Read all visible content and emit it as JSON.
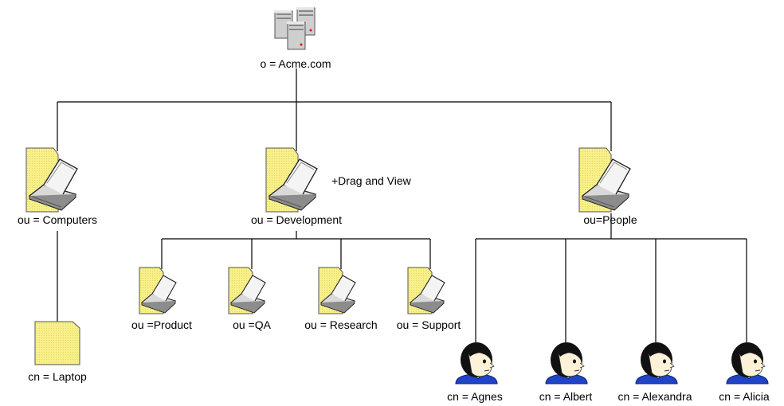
{
  "root": {
    "label": "o = Acme.com",
    "icon": "server-icon"
  },
  "annotation": "+Drag and View",
  "level1": [
    {
      "label": "ou = Computers",
      "icon": "folder-icon"
    },
    {
      "label": "ou = Development",
      "icon": "folder-icon"
    },
    {
      "label": "ou=People",
      "icon": "folder-icon"
    }
  ],
  "computers_children": [
    {
      "label": "cn = Laptop",
      "icon": "blank-document-icon"
    }
  ],
  "development_children": [
    {
      "label": "ou =Product",
      "icon": "folder-icon"
    },
    {
      "label": "ou =QA",
      "icon": "folder-icon"
    },
    {
      "label": "ou = Research",
      "icon": "folder-icon"
    },
    {
      "label": "ou = Support",
      "icon": "folder-icon"
    }
  ],
  "people_children": [
    {
      "label": "cn = Agnes",
      "icon": "person-icon"
    },
    {
      "label": "cn = Albert",
      "icon": "person-icon"
    },
    {
      "label": "cn = Alexandra",
      "icon": "person-icon"
    },
    {
      "label": "cn = Alicia",
      "icon": "person-icon"
    }
  ],
  "colors": {
    "folder_fill": "#f7f08a",
    "folder_stroke": "#404040",
    "line": "#000000",
    "skin": "#fdf2d8",
    "hair": "#111111",
    "shirt": "#1f44c8"
  }
}
